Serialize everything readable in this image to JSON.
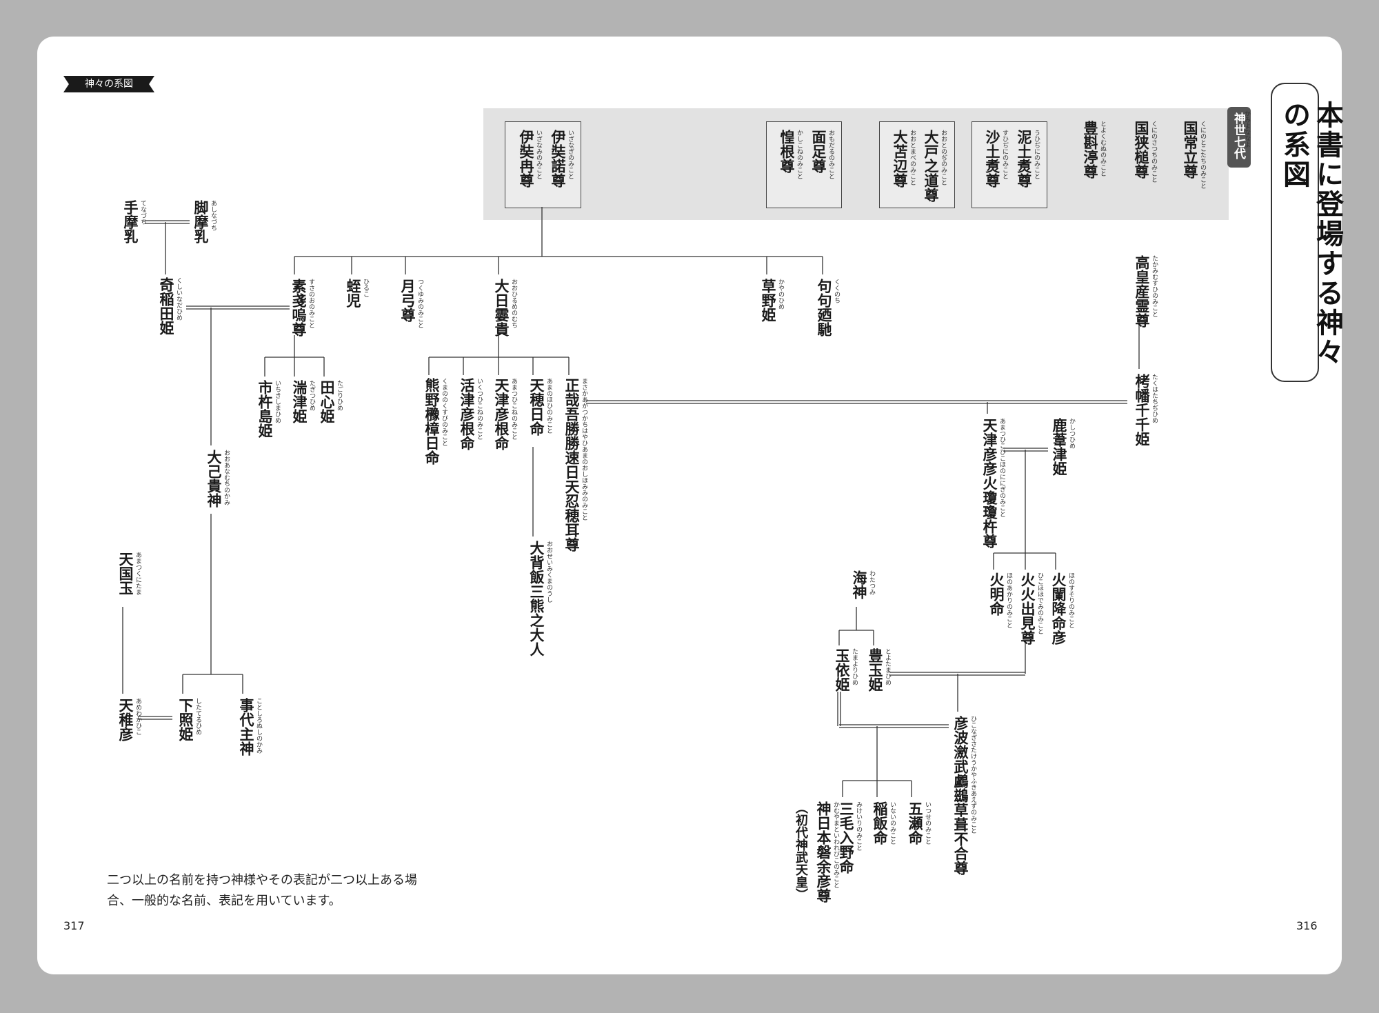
{
  "header_tab": "神々の系図",
  "title": "本書に登場する神々の系図",
  "generation_label": "神世七代",
  "generation_label_ruby": "かみよななよ",
  "note": "二つ以上の名前を持つ神様やその表記が二つ以上ある場合、一般的な名前、表記を用いています。",
  "page_left": "317",
  "page_right": "316",
  "deities": [
    {
      "id": "kuninotokotachi",
      "name": "国常立尊",
      "ruby": "くにのとこたちのみこと"
    },
    {
      "id": "kunisatsuchi",
      "name": "国狭槌尊",
      "ruby": "くにのさつちのみこと"
    },
    {
      "id": "toyokumunu",
      "name": "豊斟渟尊",
      "ruby": "とよくむぬのみこと"
    },
    {
      "id": "uhijini",
      "name": "泥土煑尊",
      "ruby": "うひぢにのみこと"
    },
    {
      "id": "suhijini",
      "name": "沙土煑尊",
      "ruby": "すひぢにのみこと"
    },
    {
      "id": "otonoji",
      "name": "大戸之道尊",
      "ruby": "おおとのぢのみこと"
    },
    {
      "id": "otomabe",
      "name": "大苫辺尊",
      "ruby": "おおとまべのみこと"
    },
    {
      "id": "omodaru",
      "name": "面足尊",
      "ruby": "おもだるのみこと"
    },
    {
      "id": "kashikone",
      "name": "惶根尊",
      "ruby": "かしこねのみこと"
    },
    {
      "id": "izanagi",
      "name": "伊奘諾尊",
      "ruby": "いざなぎのみこと"
    },
    {
      "id": "izanami",
      "name": "伊奘冉尊",
      "ruby": "いざなみのみこと"
    },
    {
      "id": "susanoo",
      "name": "素戔嗚尊",
      "ruby": "すさのおのみこと"
    },
    {
      "id": "hiruko",
      "name": "蛭児",
      "ruby": "ひるこ"
    },
    {
      "id": "tsukuyomi",
      "name": "月弓尊",
      "ruby": "つくゆみのみこと"
    },
    {
      "id": "ohirumemuchi",
      "name": "大日孁貴",
      "ruby": "おおひるめのむち"
    },
    {
      "id": "kayanohime",
      "name": "草野姫",
      "ruby": "かやのひめ"
    },
    {
      "id": "kukunochi",
      "name": "句句廼馳",
      "ruby": "くくのち"
    },
    {
      "id": "tenazuchi",
      "name": "手摩乳",
      "ruby": "てなづち"
    },
    {
      "id": "ashinazuchi",
      "name": "脚摩乳",
      "ruby": "あしなづち"
    },
    {
      "id": "kushinadahime",
      "name": "奇稲田姫",
      "ruby": "くしいなだひめ"
    },
    {
      "id": "tagorihime",
      "name": "田心姫",
      "ruby": "たごりひめ"
    },
    {
      "id": "tagitsuhime",
      "name": "湍津姫",
      "ruby": "たぎつひめ"
    },
    {
      "id": "ichikishima",
      "name": "市杵島姫",
      "ruby": "いちきしまひめ"
    },
    {
      "id": "oanamuchi",
      "name": "大己貴神",
      "ruby": "おおあなむちのかみ"
    },
    {
      "id": "masakaa",
      "name": "正哉吾勝勝速日天忍穂耳尊",
      "ruby": "まさかあかつかちはやひあまのおしほみみのみこと"
    },
    {
      "id": "amenohohi",
      "name": "天穂日命",
      "ruby": "あまのほひのみこと"
    },
    {
      "id": "amatsuhikone",
      "name": "天津彦根命",
      "ruby": "あまつひこねのみこと"
    },
    {
      "id": "ikutsuhikone",
      "name": "活津彦根命",
      "ruby": "いくつひこねのみこと"
    },
    {
      "id": "kumanokusubi",
      "name": "熊野櫲樟日命",
      "ruby": "くまののくすびのみこと"
    },
    {
      "id": "osemikumanoushi",
      "name": "大背飯三熊之大人",
      "ruby": "おおせいみくまのうし"
    },
    {
      "id": "takamimusuhi",
      "name": "高皇産霊尊",
      "ruby": "たかみむすひのみこと"
    },
    {
      "id": "takuhatachiji",
      "name": "栲幡千千姫",
      "ruby": "たくはたちぢひめ"
    },
    {
      "id": "ninigi",
      "name": "天津彦彦火瓊瓊杵尊",
      "ruby": "あまつひこひこほのににぎのみこと"
    },
    {
      "id": "kashitsuhime",
      "name": "鹿葦津姫",
      "ruby": "かしつひめ"
    },
    {
      "id": "honoakari",
      "name": "火明命",
      "ruby": "ほのあかりのみこと"
    },
    {
      "id": "hikohohodemi",
      "name": "火火出見尊",
      "ruby": "ひこほほでみのみこと"
    },
    {
      "id": "honosusori",
      "name": "火闌降命彦",
      "ruby": "ほのすそりのみこと"
    },
    {
      "id": "watatsumi",
      "name": "海神",
      "ruby": "わたつみ"
    },
    {
      "id": "tamayorihime",
      "name": "玉依姫",
      "ruby": "たまよりひめ"
    },
    {
      "id": "toyotamahime",
      "name": "豊玉姫",
      "ruby": "とよたまひめ"
    },
    {
      "id": "ugayafukiaezu",
      "name": "彦波瀲武鸕鷀草葺不合尊",
      "ruby": "ひこなぎさたけうかやふきあえずのみこと"
    },
    {
      "id": "jimmu",
      "name": "神日本磐余彦尊",
      "ruby": "かむやまといわれびこのみこと"
    },
    {
      "id": "jimmu_note",
      "name": "（初代神武天皇）",
      "ruby": ""
    },
    {
      "id": "mikeirinu",
      "name": "三毛入野命",
      "ruby": "みけいりのみこと"
    },
    {
      "id": "inai",
      "name": "稲飯命",
      "ruby": "いないのみこと"
    },
    {
      "id": "itsuse",
      "name": "五瀬命",
      "ruby": "いつせのみこと"
    },
    {
      "id": "amenokunitama",
      "name": "天国玉",
      "ruby": "あまつくにたま"
    },
    {
      "id": "amewakahiko",
      "name": "天稚彦",
      "ruby": "あめわかひこ"
    },
    {
      "id": "shitateruhime",
      "name": "下照姫",
      "ruby": "したてるひめ"
    },
    {
      "id": "kotoshironushi",
      "name": "事代主神",
      "ruby": "ことしろぬしのかみ"
    }
  ]
}
